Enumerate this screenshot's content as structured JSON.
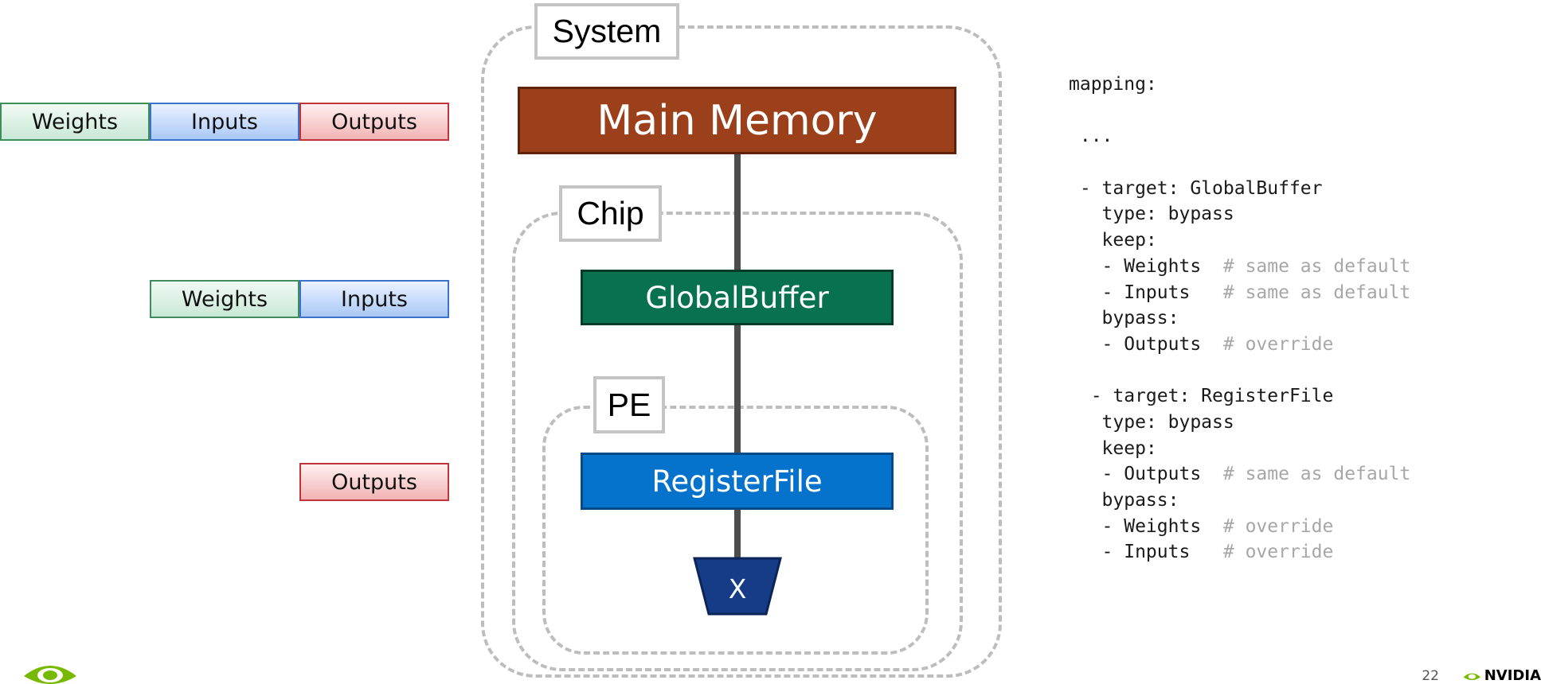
{
  "data_types": {
    "row1": [
      "Weights",
      "Inputs",
      "Outputs"
    ],
    "row2": [
      "Weights",
      "Inputs"
    ],
    "row3": [
      "Outputs"
    ]
  },
  "containers": {
    "system": "System",
    "chip": "Chip",
    "pe": "PE"
  },
  "levels": {
    "main_memory": "Main Memory",
    "global_buffer": "GlobalBuffer",
    "register_file": "RegisterFile",
    "compute": "X"
  },
  "colors": {
    "main_memory": "#9b401a",
    "global_buffer": "#087250",
    "register_file": "#0572cc",
    "compute": "#163c88"
  },
  "code": [
    {
      "text": "mapping:",
      "comment": ""
    },
    {
      "text": "",
      "comment": ""
    },
    {
      "text": " ...",
      "comment": ""
    },
    {
      "text": "",
      "comment": ""
    },
    {
      "text": " - target: GlobalBuffer",
      "comment": ""
    },
    {
      "text": "   type: bypass",
      "comment": ""
    },
    {
      "text": "   keep:",
      "comment": ""
    },
    {
      "text": "   - Weights  ",
      "comment": "# same as default"
    },
    {
      "text": "   - Inputs   ",
      "comment": "# same as default"
    },
    {
      "text": "   bypass:",
      "comment": ""
    },
    {
      "text": "   - Outputs  ",
      "comment": "# override"
    },
    {
      "text": "",
      "comment": ""
    },
    {
      "text": "  - target: RegisterFile",
      "comment": ""
    },
    {
      "text": "   type: bypass",
      "comment": ""
    },
    {
      "text": "   keep:",
      "comment": ""
    },
    {
      "text": "   - Outputs  ",
      "comment": "# same as default"
    },
    {
      "text": "   bypass:",
      "comment": ""
    },
    {
      "text": "   - Weights  ",
      "comment": "# override"
    },
    {
      "text": "   - Inputs   ",
      "comment": "# override"
    }
  ],
  "page_number": "22",
  "brand": {
    "name": "NVIDIA",
    "logo_icon": "nvidia-eye-icon",
    "accent": "#76b900"
  }
}
